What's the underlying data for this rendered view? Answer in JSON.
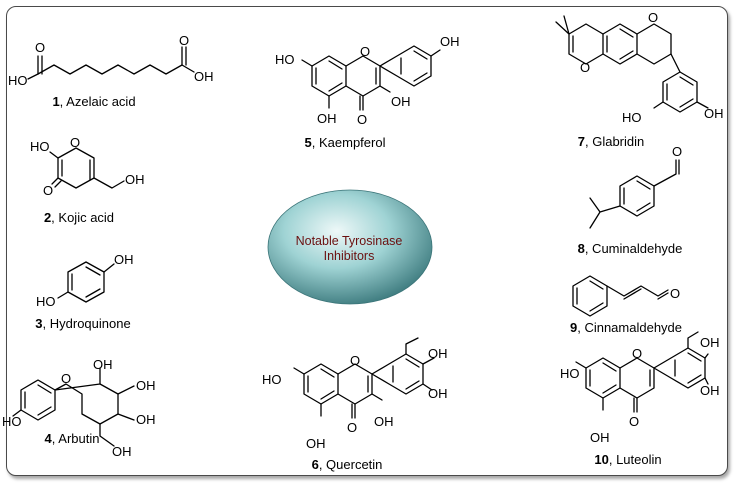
{
  "center_label": {
    "line1": "Notable Tyrosinase",
    "line2": "Inhibitors"
  },
  "compounds": [
    {
      "number": "1",
      "name": ", Azelaic acid"
    },
    {
      "number": "2",
      "name": ", Kojic acid"
    },
    {
      "number": "3",
      "name": ", Hydroquinone"
    },
    {
      "number": "4",
      "name": ", Arbutin"
    },
    {
      "number": "5",
      "name": ", Kaempferol"
    },
    {
      "number": "6",
      "name": ", Quercetin"
    },
    {
      "number": "7",
      "name": ", Glabridin"
    },
    {
      "number": "8",
      "name": ", Cuminaldehyde"
    },
    {
      "number": "9",
      "name": ", Cinnamaldehyde"
    },
    {
      "number": "10",
      "name": ", Luteolin"
    }
  ],
  "atom_labels": {
    "oh": "OH",
    "ho": "HO",
    "o": "O"
  },
  "colors": {
    "ellipse_light": "#eef8f8",
    "ellipse_mid": "#7cc2c4",
    "ellipse_dark": "#2f6e72",
    "label_text": "#6b1010",
    "border": "#4a4a4a"
  }
}
